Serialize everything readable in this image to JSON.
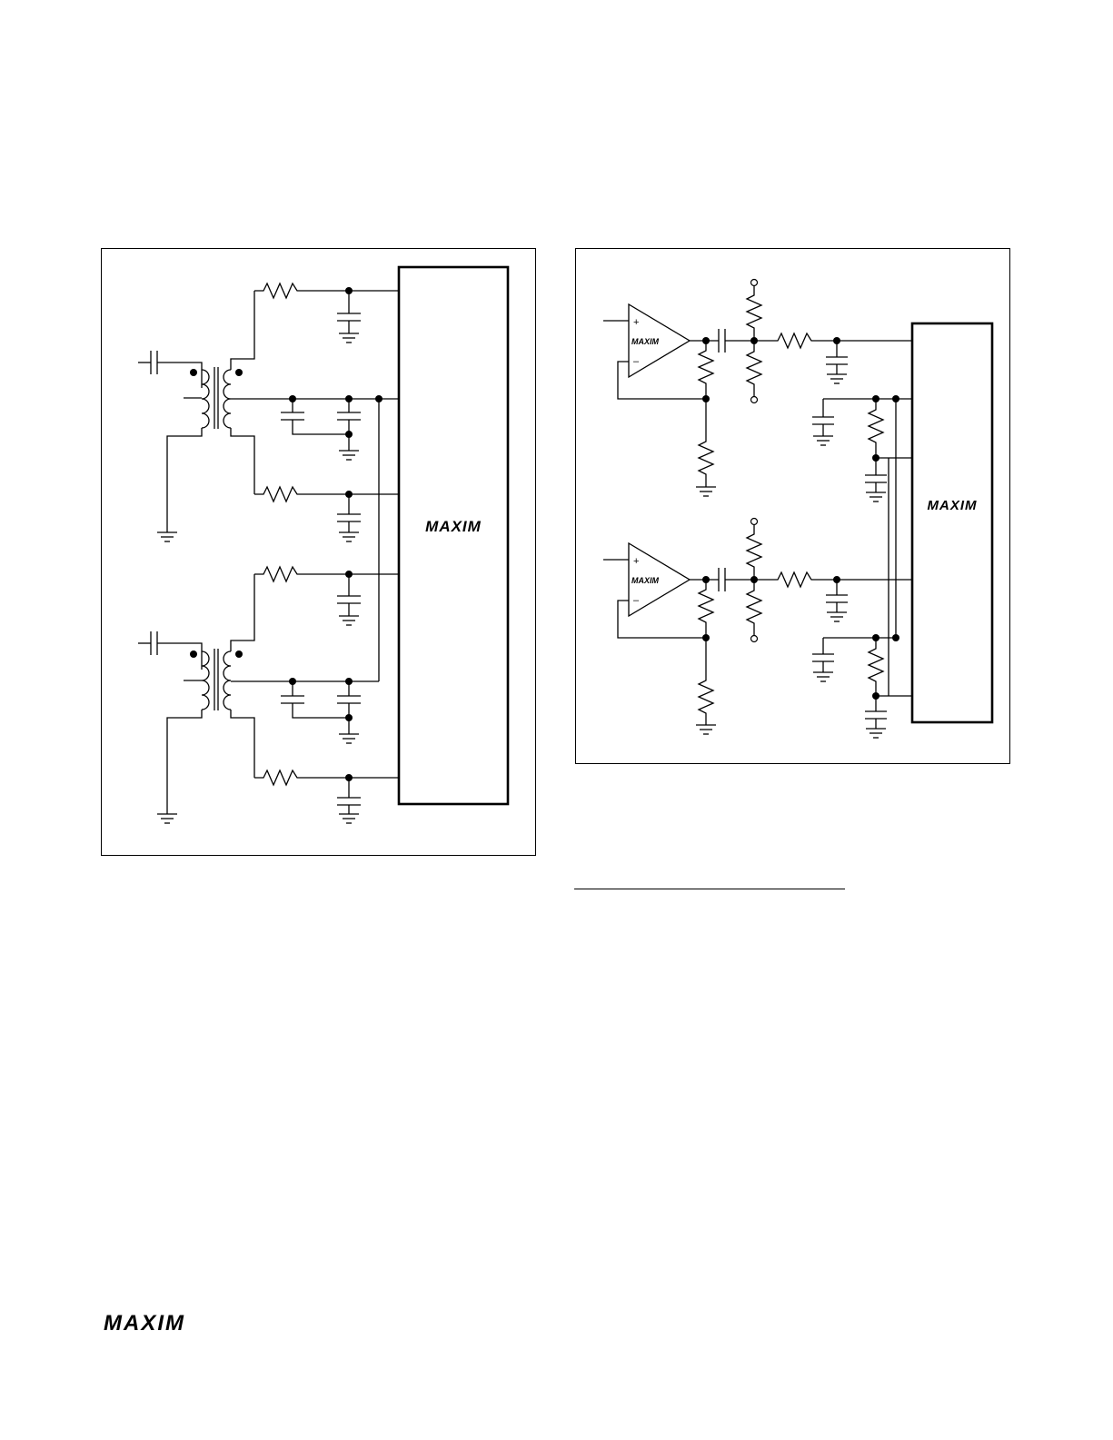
{
  "brand": {
    "logo_text": "MAXIM",
    "ic_label": "MAXIM",
    "opamp_label": "MAXIM"
  },
  "opamp": {
    "plus_sign": "+",
    "minus_sign": "–"
  },
  "icons": {
    "resistor": "resistor-icon",
    "capacitor": "capacitor-icon",
    "ground": "ground-icon",
    "transformer": "transformer-icon",
    "opamp": "opamp-icon",
    "node": "junction-dot-icon",
    "terminal": "open-terminal-icon"
  },
  "colors": {
    "ink": "#000000",
    "paper": "#ffffff"
  }
}
